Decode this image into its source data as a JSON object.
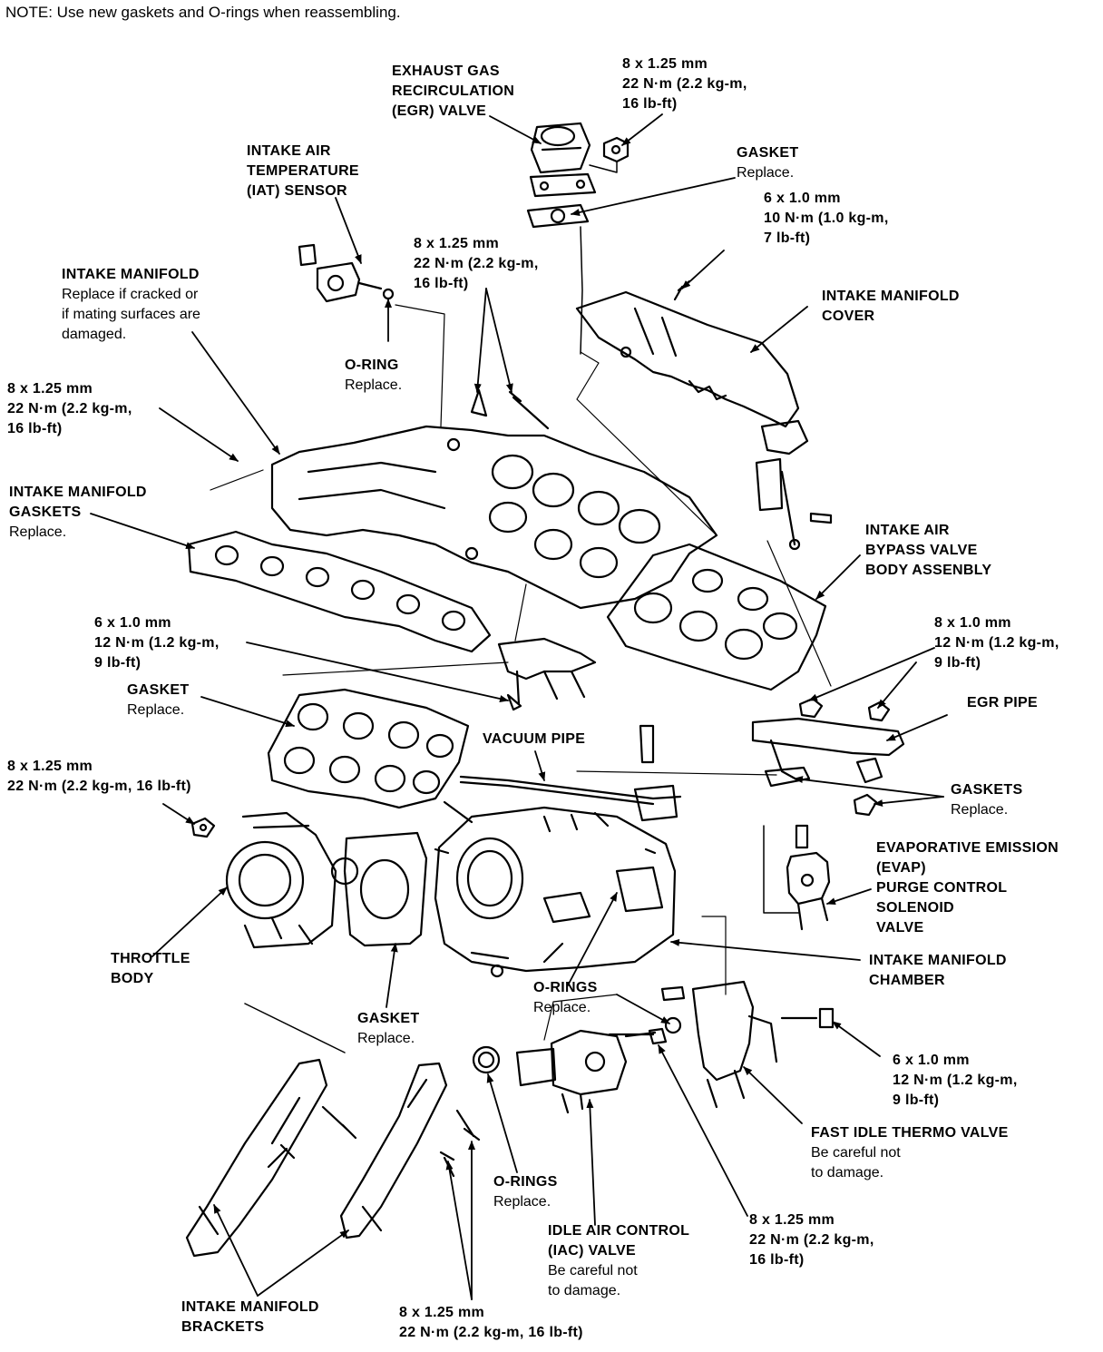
{
  "note": "NOTE:  Use new gaskets and O-rings when reassembling.",
  "labels": {
    "egr_valve": [
      "EXHAUST GAS",
      "RECIRCULATION",
      "(EGR) VALVE"
    ],
    "egr_torque": [
      "8 x 1.25 mm",
      "22 N·m (2.2 kg-m,",
      "16 lb-ft)"
    ],
    "iat_sensor": [
      "INTAKE AIR",
      "TEMPERATURE",
      "(IAT) SENSOR"
    ],
    "gasket_top": [
      "GASKET"
    ],
    "gasket_top_note": [
      "Replace."
    ],
    "bolt_6x1_top": [
      "6 x 1.0 mm",
      "10 N·m (1.0 kg-m,",
      "7 lb-ft)"
    ],
    "manifold_bolts_top": [
      "8 x 1.25 mm",
      "22 N·m (2.2 kg-m,",
      "16 lb-ft)"
    ],
    "intake_manifold": [
      "INTAKE MANIFOLD"
    ],
    "intake_manifold_note": [
      "Replace if cracked or",
      "if mating surfaces are",
      "damaged."
    ],
    "intake_manifold_cover": [
      "INTAKE MANIFOLD",
      "COVER"
    ],
    "oring_iat": [
      "O-RING"
    ],
    "oring_iat_note": [
      "Replace."
    ],
    "nut_left": [
      "8 x 1.25 mm",
      "22 N·m (2.2 kg-m,",
      "16 lb-ft)"
    ],
    "manifold_gaskets": [
      "INTAKE MANIFOLD",
      "GASKETS"
    ],
    "manifold_gaskets_note": [
      "Replace."
    ],
    "bypass_valve": [
      "INTAKE AIR",
      "BYPASS VALVE",
      "BODY ASSENBLY"
    ],
    "bolt_6x1_mid": [
      "6 x 1.0 mm",
      "12 N·m (1.2 kg-m,",
      "9 lb-ft)"
    ],
    "bolt_8x1_right": [
      "8 x 1.0 mm",
      "12 N·m (1.2 kg-m,",
      "9 lb-ft)"
    ],
    "gasket_mid": [
      "GASKET"
    ],
    "gasket_mid_note": [
      "Replace."
    ],
    "egr_pipe": [
      "EGR PIPE"
    ],
    "vacuum_pipe": [
      "VACUUM PIPE"
    ],
    "nut_throttle": [
      "8 x 1.25 mm",
      "22 N·m (2.2 kg-m, 16 lb-ft)"
    ],
    "gaskets_right": [
      "GASKETS"
    ],
    "gaskets_right_note": [
      "Replace."
    ],
    "evap_valve": [
      "EVAPORATIVE EMISSION",
      "(EVAP)",
      "PURGE CONTROL",
      "SOLENOID",
      "VALVE"
    ],
    "throttle_body": [
      "THROTTLE",
      "BODY"
    ],
    "manifold_chamber": [
      "INTAKE MANIFOLD",
      "CHAMBER"
    ],
    "orings_mid": [
      "O-RINGS"
    ],
    "orings_mid_note": [
      "Replace."
    ],
    "gasket_low": [
      "GASKET"
    ],
    "gasket_low_note": [
      "Replace."
    ],
    "bolt_6x1_low": [
      "6 x 1.0 mm",
      "12 N·m (1.2 kg-m,",
      "9 lb-ft)"
    ],
    "fast_idle": [
      "FAST IDLE THERMO VALVE"
    ],
    "fast_idle_note": [
      "Be careful not",
      "to damage."
    ],
    "orings_low": [
      "O-RINGS"
    ],
    "orings_low_note": [
      "Replace."
    ],
    "iac_valve": [
      "IDLE AIR CONTROL",
      "(IAC) VALVE"
    ],
    "iac_valve_note": [
      "Be careful not",
      "to damage."
    ],
    "bolt_8x125_low": [
      "8 x 1.25 mm",
      "22 N·m (2.2 kg-m,",
      "16 lb-ft)"
    ],
    "brackets": [
      "INTAKE MANIFOLD",
      "BRACKETS"
    ],
    "bracket_bolts": [
      "8 x 1.25 mm",
      "22 N·m (2.2 kg-m, 16 lb-ft)"
    ]
  }
}
